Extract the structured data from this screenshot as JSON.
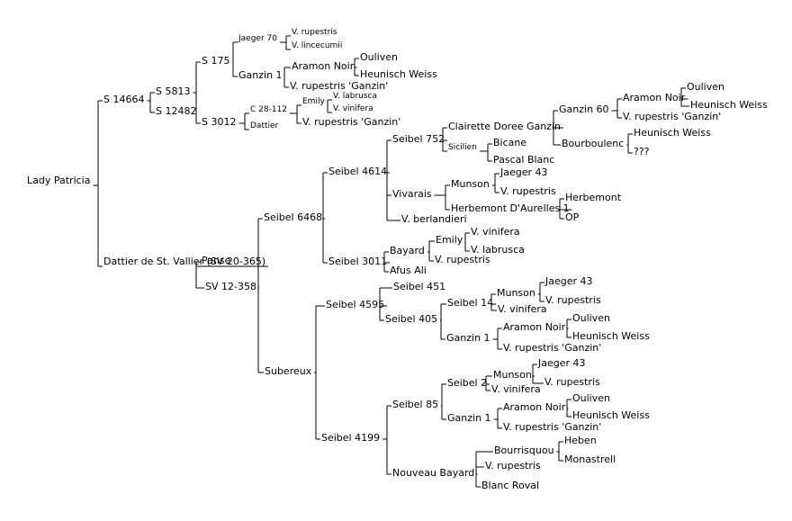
{
  "pedigree": {
    "name": "Lady Patricia",
    "children": [
      {
        "name": "S 14664",
        "children": [
          {
            "name": "S 5813",
            "children": [
              {
                "name": "S 175",
                "children": [
                  {
                    "name": "Jaeger 70",
                    "children": [
                      {
                        "name": "V. rupestris"
                      },
                      {
                        "name": "V. lincecumii"
                      }
                    ]
                  },
                  {
                    "name": "Ganzin 1",
                    "children": [
                      {
                        "name": "Aramon Noir",
                        "children": [
                          {
                            "name": "Ouliven"
                          },
                          {
                            "name": "Heunisch Weiss"
                          }
                        ]
                      },
                      {
                        "name": "V. rupestris 'Ganzin'"
                      }
                    ]
                  }
                ]
              },
              {
                "name": "S 3012",
                "children": [
                  {
                    "name": "C 28-112",
                    "children": [
                      {
                        "name": "Emily",
                        "children": [
                          {
                            "name": "V. labrusca"
                          },
                          {
                            "name": "V. vinifera"
                          }
                        ]
                      },
                      {
                        "name": "V. rupestris 'Ganzin'"
                      }
                    ]
                  },
                  {
                    "name": "Dattier"
                  }
                ]
              }
            ]
          },
          {
            "name": "S 12482"
          }
        ]
      },
      {
        "name": "Dattier de St. Vallier (SV 20-365)",
        "children": [
          {
            "name": "Panse"
          },
          {
            "name": "SV 12-358",
            "children": [
              {
                "name": "Seibel 6468",
                "children": [
                  {
                    "name": "Seibel 4614",
                    "children": [
                      {
                        "name": "Seibel 752",
                        "children": [
                          {
                            "name": "Clairette Doree Ganzin",
                            "children": [
                              {
                                "name": "Ganzin 60",
                                "children": [
                                  {
                                    "name": "Aramon Noir",
                                    "children": [
                                      {
                                        "name": "Ouliven"
                                      },
                                      {
                                        "name": "Heunisch Weiss"
                                      }
                                    ]
                                  },
                                  {
                                    "name": "V. rupestris 'Ganzin'"
                                  }
                                ]
                              },
                              {
                                "name": "Bourboulenc",
                                "children": [
                                  {
                                    "name": "Heunisch Weiss"
                                  },
                                  {
                                    "name": "???"
                                  }
                                ]
                              }
                            ]
                          },
                          {
                            "name": "Sicilien",
                            "children": [
                              {
                                "name": "Bicane"
                              },
                              {
                                "name": "Pascal Blanc"
                              }
                            ]
                          }
                        ]
                      },
                      {
                        "name": "Vivarais",
                        "children": [
                          {
                            "name": "Munson",
                            "children": [
                              {
                                "name": "Jaeger 43"
                              },
                              {
                                "name": "V. rupestris"
                              }
                            ]
                          },
                          {
                            "name": "Herbemont D'Aurelles 1",
                            "children": [
                              {
                                "name": "Herbemont"
                              },
                              {
                                "name": "OP"
                              }
                            ]
                          }
                        ]
                      },
                      {
                        "name": "V. berlandieri"
                      }
                    ]
                  },
                  {
                    "name": "Seibel 3011",
                    "children": [
                      {
                        "name": "Bayard",
                        "children": [
                          {
                            "name": "Emily",
                            "children": [
                              {
                                "name": "V. vinifera"
                              },
                              {
                                "name": "V. labrusca"
                              }
                            ]
                          },
                          {
                            "name": "V. rupestris"
                          }
                        ]
                      },
                      {
                        "name": "Afus Ali"
                      }
                    ]
                  }
                ]
              },
              {
                "name": "Subereux",
                "children": [
                  {
                    "name": "Seibel 4595",
                    "children": [
                      {
                        "name": "Seibel 451"
                      },
                      {
                        "name": "Seibel 405",
                        "children": [
                          {
                            "name": "Seibel 14",
                            "children": [
                              {
                                "name": "Munson",
                                "children": [
                                  {
                                    "name": "Jaeger 43"
                                  },
                                  {
                                    "name": "V. rupestris"
                                  }
                                ]
                              },
                              {
                                "name": "V. vinifera"
                              }
                            ]
                          },
                          {
                            "name": "Ganzin 1",
                            "children": [
                              {
                                "name": "Aramon Noir",
                                "children": [
                                  {
                                    "name": "Ouliven"
                                  },
                                  {
                                    "name": "Heunisch Weiss"
                                  }
                                ]
                              },
                              {
                                "name": "V. rupestris 'Ganzin'"
                              }
                            ]
                          }
                        ]
                      }
                    ]
                  },
                  {
                    "name": "Seibel 4199",
                    "children": [
                      {
                        "name": "Seibel 85",
                        "children": [
                          {
                            "name": "Seibel 2",
                            "children": [
                              {
                                "name": "Munson",
                                "children": [
                                  {
                                    "name": "Jaeger 43"
                                  },
                                  {
                                    "name": "V. rupestris"
                                  }
                                ]
                              },
                              {
                                "name": "V. vinifera"
                              }
                            ]
                          },
                          {
                            "name": "Ganzin 1",
                            "children": [
                              {
                                "name": "Aramon Noir",
                                "children": [
                                  {
                                    "name": "Ouliven"
                                  },
                                  {
                                    "name": "Heunisch Weiss"
                                  }
                                ]
                              },
                              {
                                "name": "V. rupestris 'Ganzin'"
                              }
                            ]
                          }
                        ]
                      },
                      {
                        "name": "Nouveau Bayard",
                        "children": [
                          {
                            "name": "Bourrisquou",
                            "children": [
                              {
                                "name": "Heben"
                              },
                              {
                                "name": "Monastrell"
                              }
                            ]
                          },
                          {
                            "name": "V. rupestris"
                          },
                          {
                            "name": "Blanc Roval"
                          }
                        ]
                      }
                    ]
                  }
                ]
              }
            ]
          }
        ]
      }
    ]
  }
}
